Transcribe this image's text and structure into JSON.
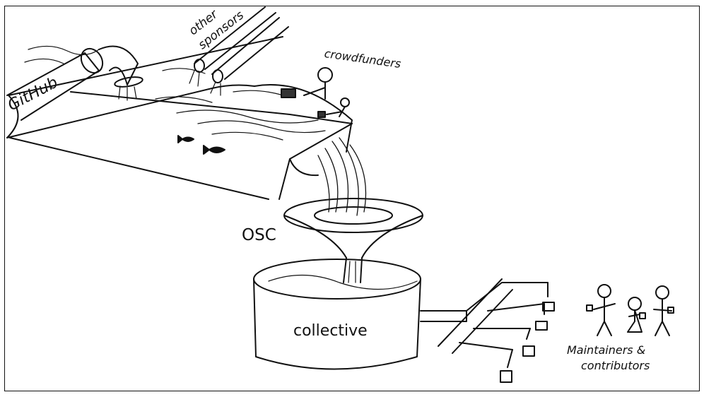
{
  "labels": {
    "github": "GitHub",
    "other_sponsors_line1": "other",
    "other_sponsors_line2": "sponsors",
    "crowdfunders": "crowdfunders",
    "osc": "OSC",
    "collective": "collective",
    "maintainers_line1": "Maintainers &",
    "maintainers_line2": "contributors"
  },
  "colors": {
    "ink": "#111111",
    "paper": "#ffffff"
  }
}
